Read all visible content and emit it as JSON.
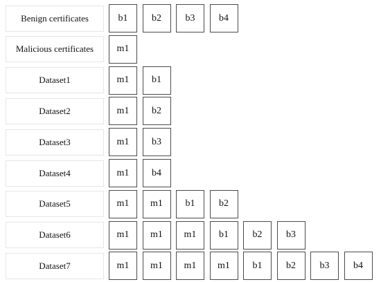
{
  "rows": [
    {
      "label": "Benign certificates",
      "items": [
        "b1",
        "b2",
        "b3",
        "b4"
      ]
    },
    {
      "label": "Malicious certificates",
      "items": [
        "m1"
      ]
    },
    {
      "label": "Dataset1",
      "items": [
        "m1",
        "b1"
      ]
    },
    {
      "label": "Dataset2",
      "items": [
        "m1",
        "b2"
      ]
    },
    {
      "label": "Dataset3",
      "items": [
        "m1",
        "b3"
      ]
    },
    {
      "label": "Dataset4",
      "items": [
        "m1",
        "b4"
      ]
    },
    {
      "label": "Dataset5",
      "items": [
        "m1",
        "m1",
        "b1",
        "b2"
      ]
    },
    {
      "label": "Dataset6",
      "items": [
        "m1",
        "m1",
        "m1",
        "b1",
        "b2",
        "b3"
      ]
    },
    {
      "label": "Dataset7",
      "items": [
        "m1",
        "m1",
        "m1",
        "m1",
        "b1",
        "b2",
        "b3",
        "b4"
      ]
    }
  ]
}
